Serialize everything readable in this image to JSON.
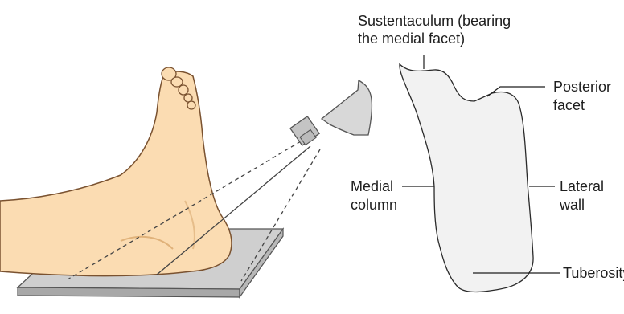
{
  "labels": {
    "sustentaculum": [
      "Sustentaculum (bearing",
      "the medial facet)"
    ],
    "posterior_facet": [
      "Posterior",
      "facet"
    ],
    "medial_column": [
      "Medial",
      "column"
    ],
    "lateral_wall": [
      "Lateral",
      "wall"
    ],
    "tuberosity": "Tuberosity"
  },
  "colors": {
    "skin": "#fbdcb2",
    "skin_outline": "#7a5230",
    "bone_fill": "#f2f2f2",
    "bone_outline": "#2a2a2a",
    "plate": "#cfcfcf",
    "xray_tube": "#d8d8d8",
    "beam": "#444444"
  }
}
